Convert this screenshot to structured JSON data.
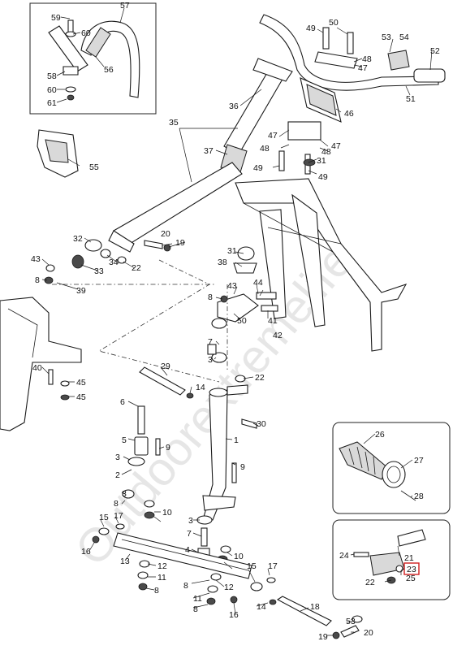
{
  "watermark": "Outdoorextremelife",
  "callouts": {
    "c1": "1",
    "c2": "2",
    "c3a": "3",
    "c3b": "3",
    "c3c": "3",
    "c4": "4",
    "c5": "5",
    "c6": "6",
    "c7a": "7",
    "c7b": "7",
    "c8a": "8",
    "c8b": "8",
    "c8c": "8",
    "c8d": "8",
    "c8e": "8",
    "c9a": "9",
    "c9b": "9",
    "c10a": "10",
    "c10b": "10",
    "c11a": "11",
    "c11b": "11",
    "c12a": "12",
    "c12b": "12",
    "c13": "13",
    "c14a": "14",
    "c14b": "14",
    "c15a": "15",
    "c15b": "15",
    "c16a": "16",
    "c16b": "16",
    "c17a": "17",
    "c17b": "17",
    "c18": "18",
    "c19a": "19",
    "c19b": "19",
    "c20a": "20",
    "c20b": "20",
    "c21": "21",
    "c22a": "22",
    "c22b": "22",
    "c22c": "22",
    "c23": "23",
    "c24": "24",
    "c25": "25",
    "c26": "26",
    "c27": "27",
    "c28": "28",
    "c29": "29",
    "c30": "30",
    "c31a": "31",
    "c31b": "31",
    "c32": "32",
    "c33": "33",
    "c34": "34",
    "c35": "35",
    "c36": "36",
    "c37": "37",
    "c38": "38",
    "c39": "39",
    "c40": "40",
    "c41": "41",
    "c42": "42",
    "c43a": "43",
    "c43b": "43",
    "c44": "44",
    "c45a": "45",
    "c45b": "45",
    "c46": "46",
    "c47a": "47",
    "c47b": "47",
    "c47c": "47",
    "c48a": "48",
    "c48b": "48",
    "c48c": "48",
    "c49a": "49",
    "c49b": "49",
    "c49c": "49",
    "c50": "50",
    "c51": "51",
    "c52": "52",
    "c53a": "53",
    "c53b": "53",
    "c54": "54",
    "c55": "55",
    "c56": "56",
    "c57": "57",
    "c58": "58",
    "c59": "59",
    "c60a": "60",
    "c60b": "60",
    "c61": "61"
  },
  "colors": {
    "highlight": "#d02020",
    "line": "#1a1a1a",
    "watermark": "#e6e6e6"
  }
}
